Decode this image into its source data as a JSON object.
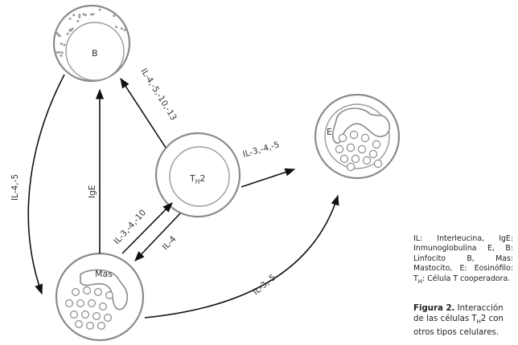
{
  "cells": {
    "b": "B",
    "th2_main": "T",
    "th2_sub": "H",
    "th2_tail": "2",
    "eos": "E",
    "mast": "Mas"
  },
  "arrows": {
    "b_to_mast": "IL-4,-5",
    "mast_to_b": "IgE",
    "th2_to_b": "IL-4,-5,-10,-13",
    "th2_to_eos": "IL-3,-4,-5",
    "mast_to_th2": "IL-3,-4,-10",
    "th2_to_mast": "IL-4",
    "mast_to_eos": "IL-3,-5"
  },
  "legend": {
    "p1": "IL: Interleucina, IgE: Inmunoglobulina E, B: Linfocito B, Mas: Mastocito, E: Eosinófilo: T",
    "sub": "H",
    "p2": ": Célula T cooperadora."
  },
  "caption": {
    "label": "Figura 2.",
    "t1": " Interacción de las células T",
    "sub": "H",
    "t2": "2 con otros tipos celulares."
  },
  "colors": {
    "line": "#111111",
    "cell_stroke": "#8a8a8a",
    "text": "#333333"
  }
}
